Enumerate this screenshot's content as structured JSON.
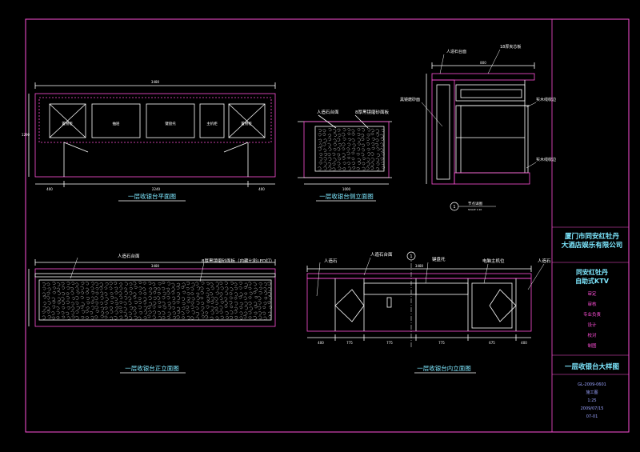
{
  "drawings": {
    "plan": {
      "title": "一层收银台平面图",
      "labels": [
        "置物柜",
        "抽屉",
        "键盘托",
        "主机柜",
        "置物柜"
      ],
      "dims": {
        "top": "3480",
        "left": "400",
        "mid": "2240",
        "right": "400",
        "side": "1290"
      }
    },
    "side": {
      "title": "一层收银台侧立面图",
      "callouts": [
        "人造石台面",
        "8厚黑镜磨砂面板"
      ],
      "dims": {
        "bottom": "1000"
      }
    },
    "section": {
      "callouts": [
        "人造石台面",
        "18厚夹芯板",
        "黑镜磨砂面",
        "实木线收边",
        "实木线收边"
      ],
      "dims": {
        "top": "800"
      },
      "marker": {
        "number": "1",
        "label": "节点详图",
        "scale": "SCALE 1:10"
      }
    },
    "front": {
      "title": "一层收银台正立面图",
      "callouts": [
        "人造石台面",
        "8厚黑镜磨砂面板（内藏七彩LED灯）"
      ],
      "dims": {
        "top": "3480"
      }
    },
    "inner": {
      "title": "一层收银台内立面图",
      "callouts": [
        "人造石",
        "人造石台面",
        "键盘托",
        "电脑主机位",
        "人造石"
      ],
      "marker": "1",
      "dims": {
        "top": "3480",
        "bottom": [
          "400",
          "775",
          "775",
          "775",
          "675",
          "400"
        ]
      }
    }
  },
  "title_block": {
    "company": [
      "厦门市同安红牡丹",
      "大酒店娱乐有限公司"
    ],
    "project": [
      "同安红牡丹",
      "自助式KTV"
    ],
    "roles": [
      "审定",
      "审核",
      "专业负责",
      "设计",
      "校对",
      "制图"
    ],
    "drawing_title": "一层收银台大样图",
    "meta": [
      "GL-2009-0601",
      "施工图",
      "1:25",
      "2009/07/15",
      "07-01"
    ]
  },
  "colors": {
    "background": "#000000",
    "line": "#ffffff",
    "accent": "#ff4fd8",
    "text_accent": "#7ee8ff"
  }
}
